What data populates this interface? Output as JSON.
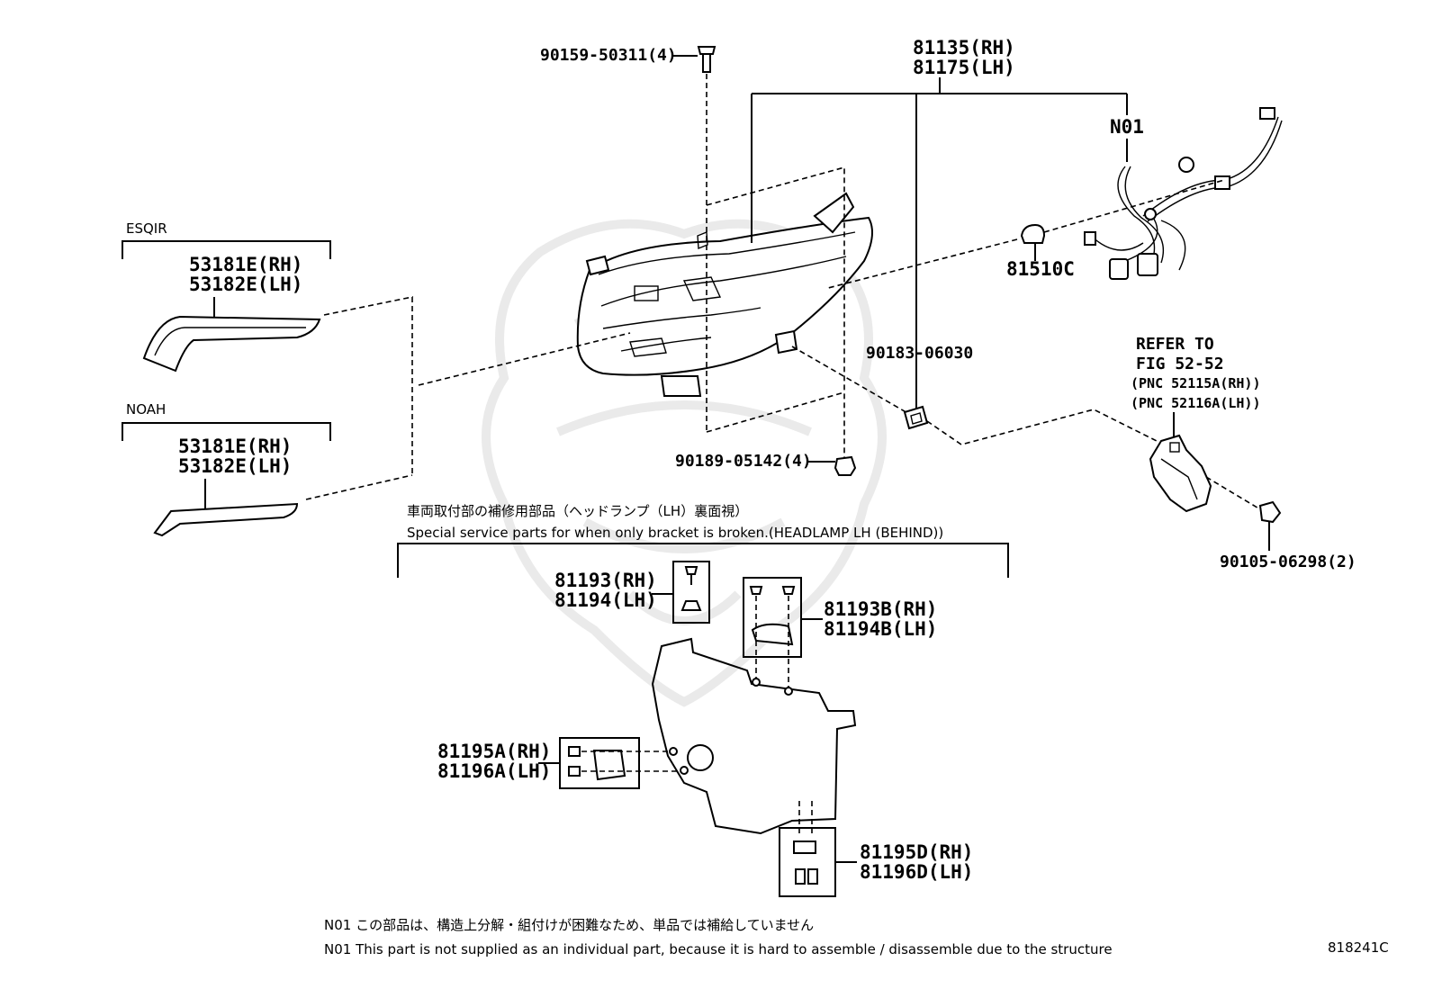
{
  "labels": {
    "bolt_top": "90159-50311(4)",
    "headlamp_rh": "81135(RH)",
    "headlamp_lh": "81175(LH)",
    "n01": "N01",
    "bulb": "81510C",
    "esqir": "ESQIR",
    "esqir_rh": "53181E(RH)",
    "esqir_lh": "53182E(LH)",
    "noah": "NOAH",
    "noah_rh": "53181E(RH)",
    "noah_lh": "53182E(LH)",
    "nut": "90183-06030",
    "refer_1": "REFER TO",
    "refer_2": "FIG 52-52",
    "refer_3": "(PNC 52115A(RH))",
    "refer_4": "(PNC 52116A(LH))",
    "clip": "90189-05142(4)",
    "bolt_right": "90105-06298(2)",
    "kit_a_rh": "81193(RH)",
    "kit_a_lh": "81194(LH)",
    "kit_b_rh": "81193B(RH)",
    "kit_b_lh": "81194B(LH)",
    "kit_c_rh": "81195A(RH)",
    "kit_c_lh": "81196A(LH)",
    "kit_d_rh": "81195D(RH)",
    "kit_d_lh": "81196D(LH)",
    "diagram_id": "818241C"
  },
  "service_section": {
    "title_jp": "車両取付部の補修用部品（ヘッドランプ（LH）裏面視）",
    "title_en": "Special service parts for when only bracket is broken.(HEADLAMP LH (BEHIND))"
  },
  "notes": {
    "jp": "N01 この部品は、構造上分解・組付けが困難なため、単品では補給していません",
    "en": "N01 This part is not supplied as an individual part, because it is hard to assemble / disassemble due to the structure"
  }
}
